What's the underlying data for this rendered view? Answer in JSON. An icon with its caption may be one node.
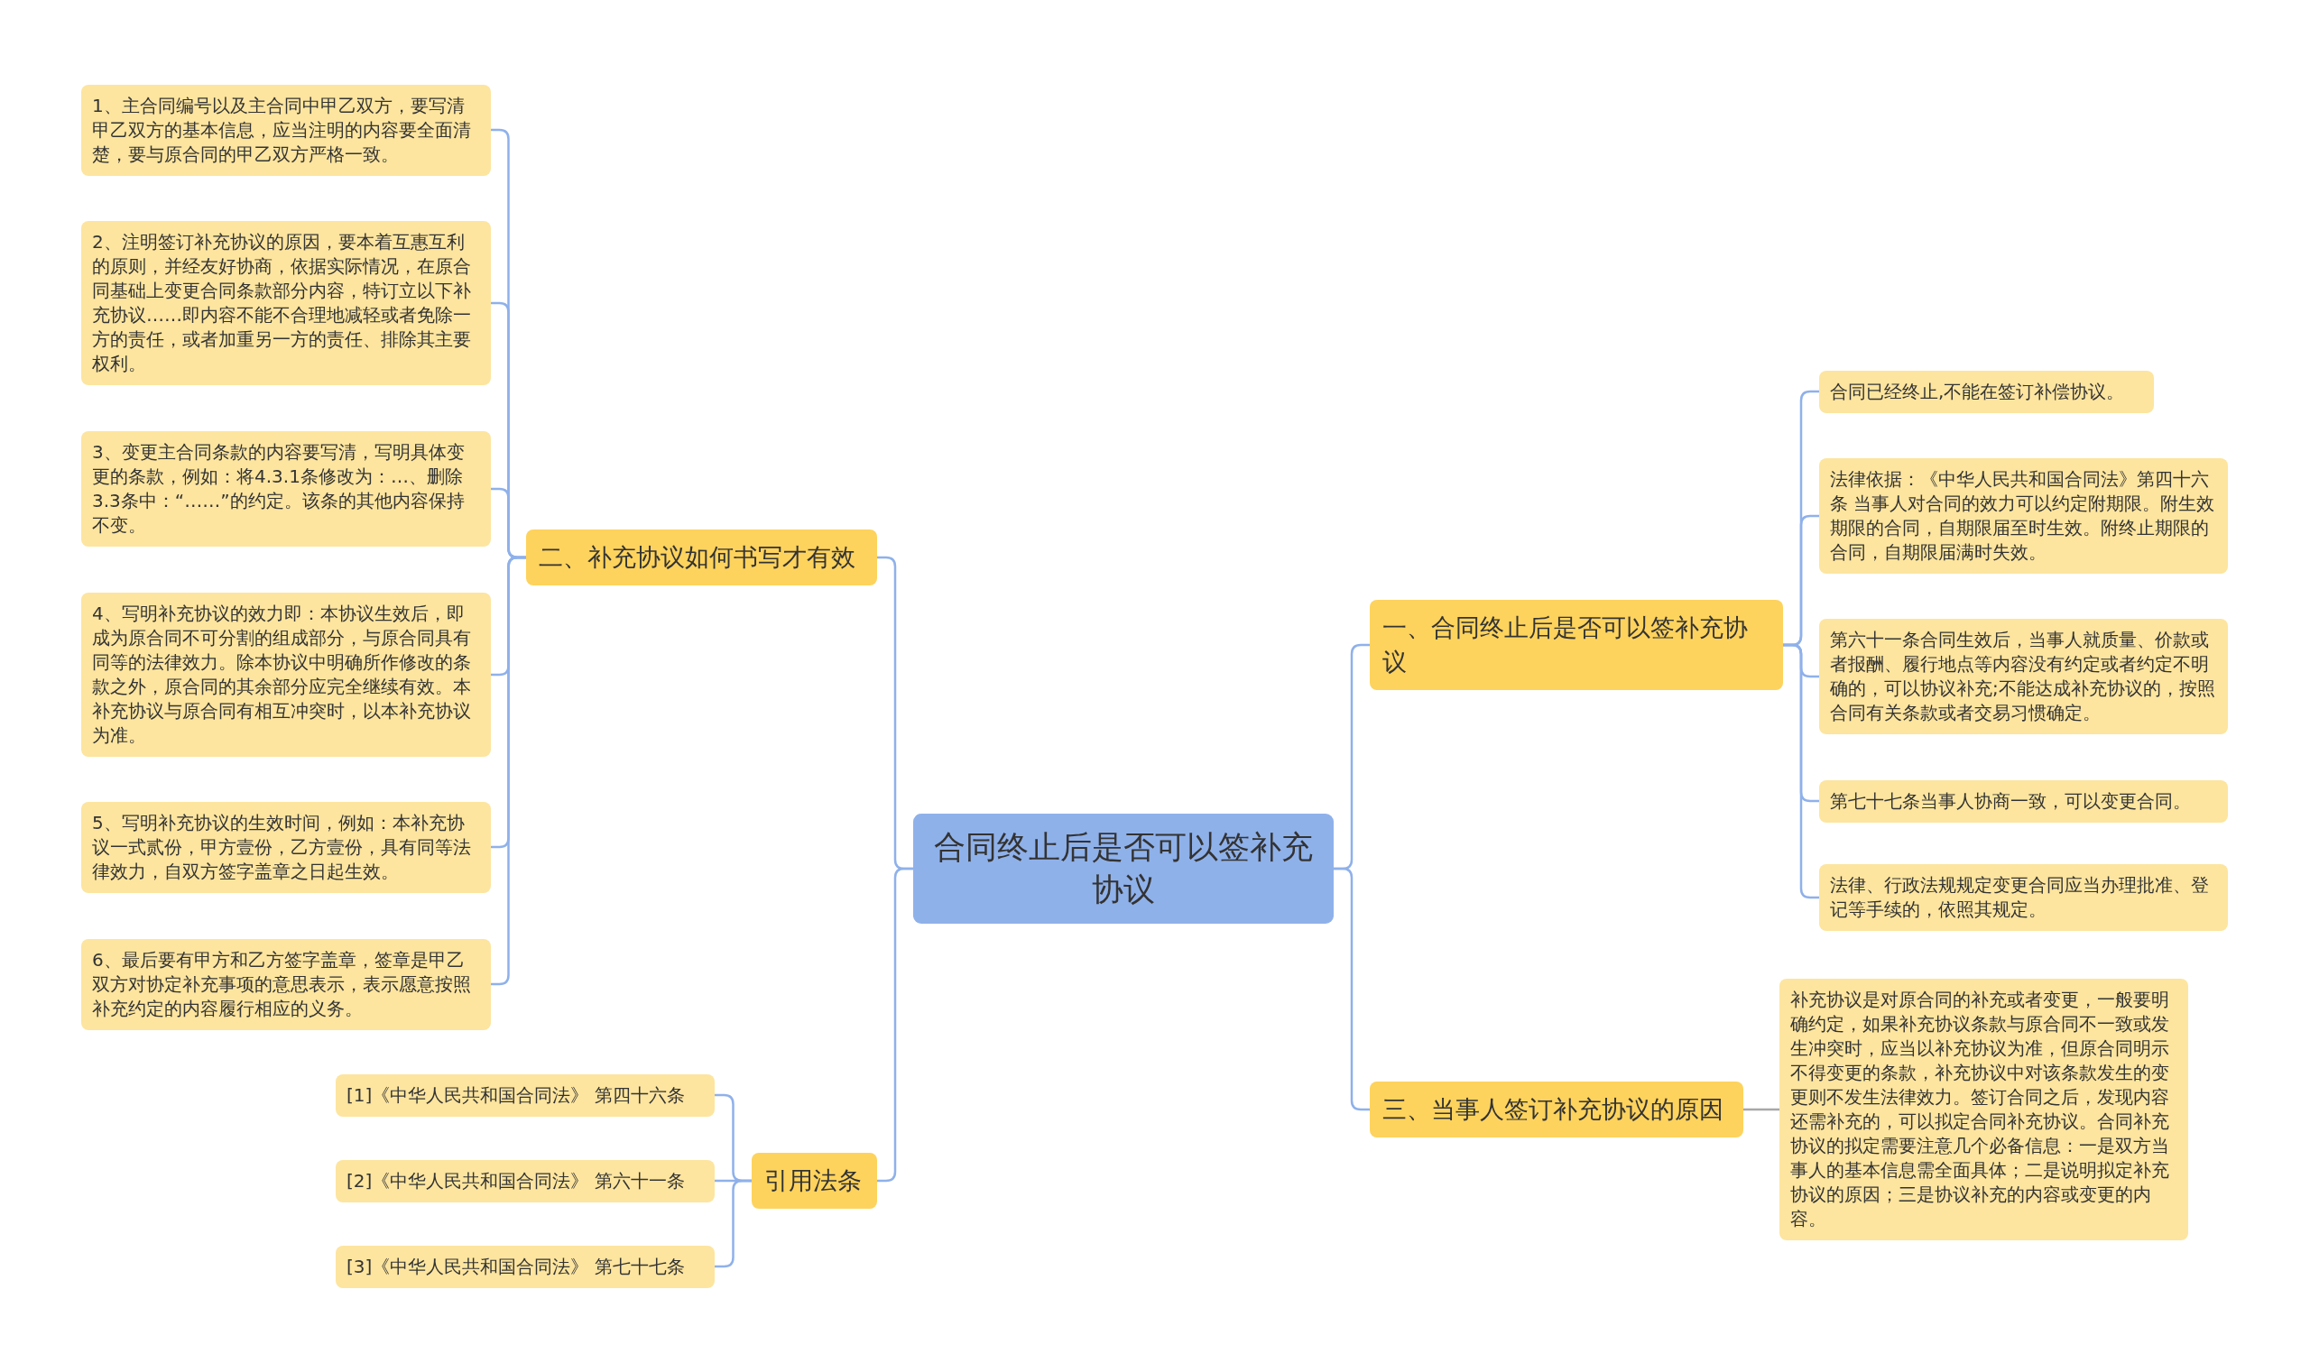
{
  "diagram": {
    "nodes": [
      {
        "text": [
          "合同终止后是否可以签补充协议"
        ]
      },
      {
        "text": [
          "二、补充协议如何书写才有效"
        ]
      },
      {
        "text": [
          "1、主合同编号以及主合同中甲乙双方，要写清甲乙双方的基本信息，应当注明的内容要全面清楚，要与原合同的甲乙双方严格一致。"
        ]
      },
      {
        "text": [
          "2、注明签订补充协议的原因，要本着互惠互利的原则，并经友好协商，依据实际情况，在原合同基础上变更合同条款部分内容，特订立以下补充协议……即内容不能不合理地减轻或者免除一方的责任，或者加重另一方的责任、排除其主要权利。"
        ]
      },
      {
        "text": [
          "3、变更主合同条款的内容要写清，写明具体变更的条款，例如：将4.3.1条修改为：…、删除3.3条中：“……”的约定。该条的其他内容保持不变。"
        ]
      },
      {
        "text": [
          "4、写明补充协议的效力即：本协议生效后，即成为原合同不可分割的组成部分，与原合同具有同等的法律效力。除本协议中明确所作修改的条款之外，原合同的其余部分应完全继续有效。本补充协议与原合同有相互冲突时，以本补充协议为准。"
        ]
      },
      {
        "text": [
          "5、写明补充协议的生效时间，例如：本补充协议一式贰份，甲方壹份，乙方壹份，具有同等法律效力，自双方签字盖章之日起生效。"
        ]
      },
      {
        "text": [
          "6、最后要有甲方和乙方签字盖章，签章是甲乙双方对协定补充事项的意思表示，表示愿意按照补充约定的内容履行相应的义务。"
        ]
      },
      {
        "text": [
          "引用法条"
        ]
      },
      {
        "text": [
          "[1]《中华人民共和国合同法》 第四十六条"
        ]
      },
      {
        "text": [
          "[2]《中华人民共和国合同法》 第六十一条"
        ]
      },
      {
        "text": [
          "[3]《中华人民共和国合同法》 第七十七条"
        ]
      },
      {
        "text": [
          "一、合同终止后是否可以签补充协议"
        ]
      },
      {
        "text": [
          "合同已经终止,不能在签订补偿协议。"
        ]
      },
      {
        "text": [
          "法律依据：《中华人民共和国合同法》第四十六条 当事人对合同的效力可以约定附期限。附生效期限的合同，自期限届至时生效。附终止期限的合同，自期限届满时失效。"
        ]
      },
      {
        "text": [
          "第六十一条合同生效后，当事人就质量、价款或者报酬、履行地点等内容没有约定或者约定不明确的，可以协议补充;不能达成补充协议的，按照合同有关条款或者交易习惯确定。"
        ]
      },
      {
        "text": [
          "第七十七条当事人协商一致，可以变更合同。"
        ]
      },
      {
        "text": [
          "法律、行政法规规定变更合同应当办理批准、登记等手续的，依照其规定。"
        ]
      },
      {
        "text": [
          "三、当事人签订补充协议的原因"
        ]
      },
      {
        "text": [
          "补充协议是对原合同的补充或者变更，一般要明确约定，如果补充协议条款与原合同不一致或发生冲突时，应当以补充协议为准，但原合同明示不得变更的条款，补充协议中对该条款发生的变更则不发生法律效力。签订合同之后，发现内容还需补充的，可以拟定合同补充协议。合同补充协议的拟定需要注意几个必备信息：一是双方当事人的基本信息需全面具体；二是说明拟定补充协议的原因；三是协议补充的内容或变更的内容。"
        ]
      }
    ],
    "edges": [
      {
        "from": 0,
        "to": 1,
        "arrow": "none"
      },
      {
        "from": 1,
        "to": 2,
        "arrow": "none"
      },
      {
        "from": 1,
        "to": 3,
        "arrow": "none"
      },
      {
        "from": 1,
        "to": 4,
        "arrow": "none"
      },
      {
        "from": 1,
        "to": 5,
        "arrow": "none"
      },
      {
        "from": 1,
        "to": 6,
        "arrow": "none"
      },
      {
        "from": 1,
        "to": 7,
        "arrow": "none"
      },
      {
        "from": 0,
        "to": 8,
        "arrow": "none"
      },
      {
        "from": 8,
        "to": 9,
        "arrow": "none"
      },
      {
        "from": 8,
        "to": 10,
        "arrow": "none"
      },
      {
        "from": 8,
        "to": 11,
        "arrow": "none"
      },
      {
        "from": 0,
        "to": 12,
        "arrow": "none"
      },
      {
        "from": 12,
        "to": 13,
        "arrow": "none"
      },
      {
        "from": 12,
        "to": 14,
        "arrow": "none"
      },
      {
        "from": 12,
        "to": 15,
        "arrow": "none"
      },
      {
        "from": 12,
        "to": 16,
        "arrow": "none"
      },
      {
        "from": 12,
        "to": 17,
        "arrow": "none"
      },
      {
        "from": 0,
        "to": 18,
        "arrow": "none"
      },
      {
        "from": 18,
        "to": 19,
        "arrow": "none",
        "color": "#a8a8a8"
      }
    ]
  }
}
